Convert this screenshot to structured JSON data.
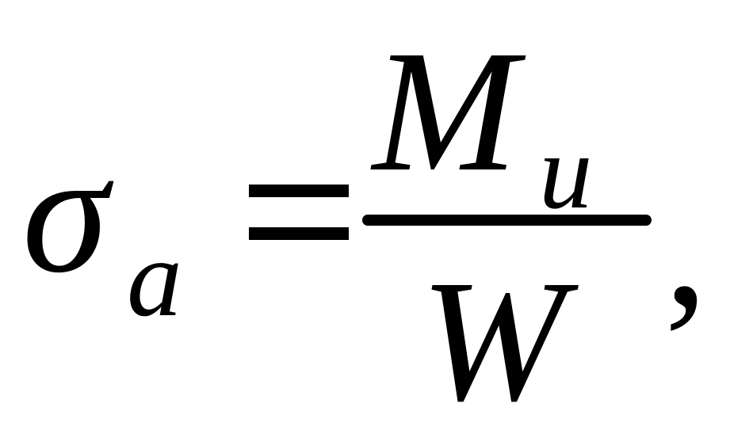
{
  "formula": {
    "lhs_symbol": "σ",
    "lhs_subscript": "a",
    "relation": "=",
    "numerator_symbol": "M",
    "numerator_subscript": "и",
    "denominator_symbol": "W",
    "trailing_punctuation": ","
  }
}
